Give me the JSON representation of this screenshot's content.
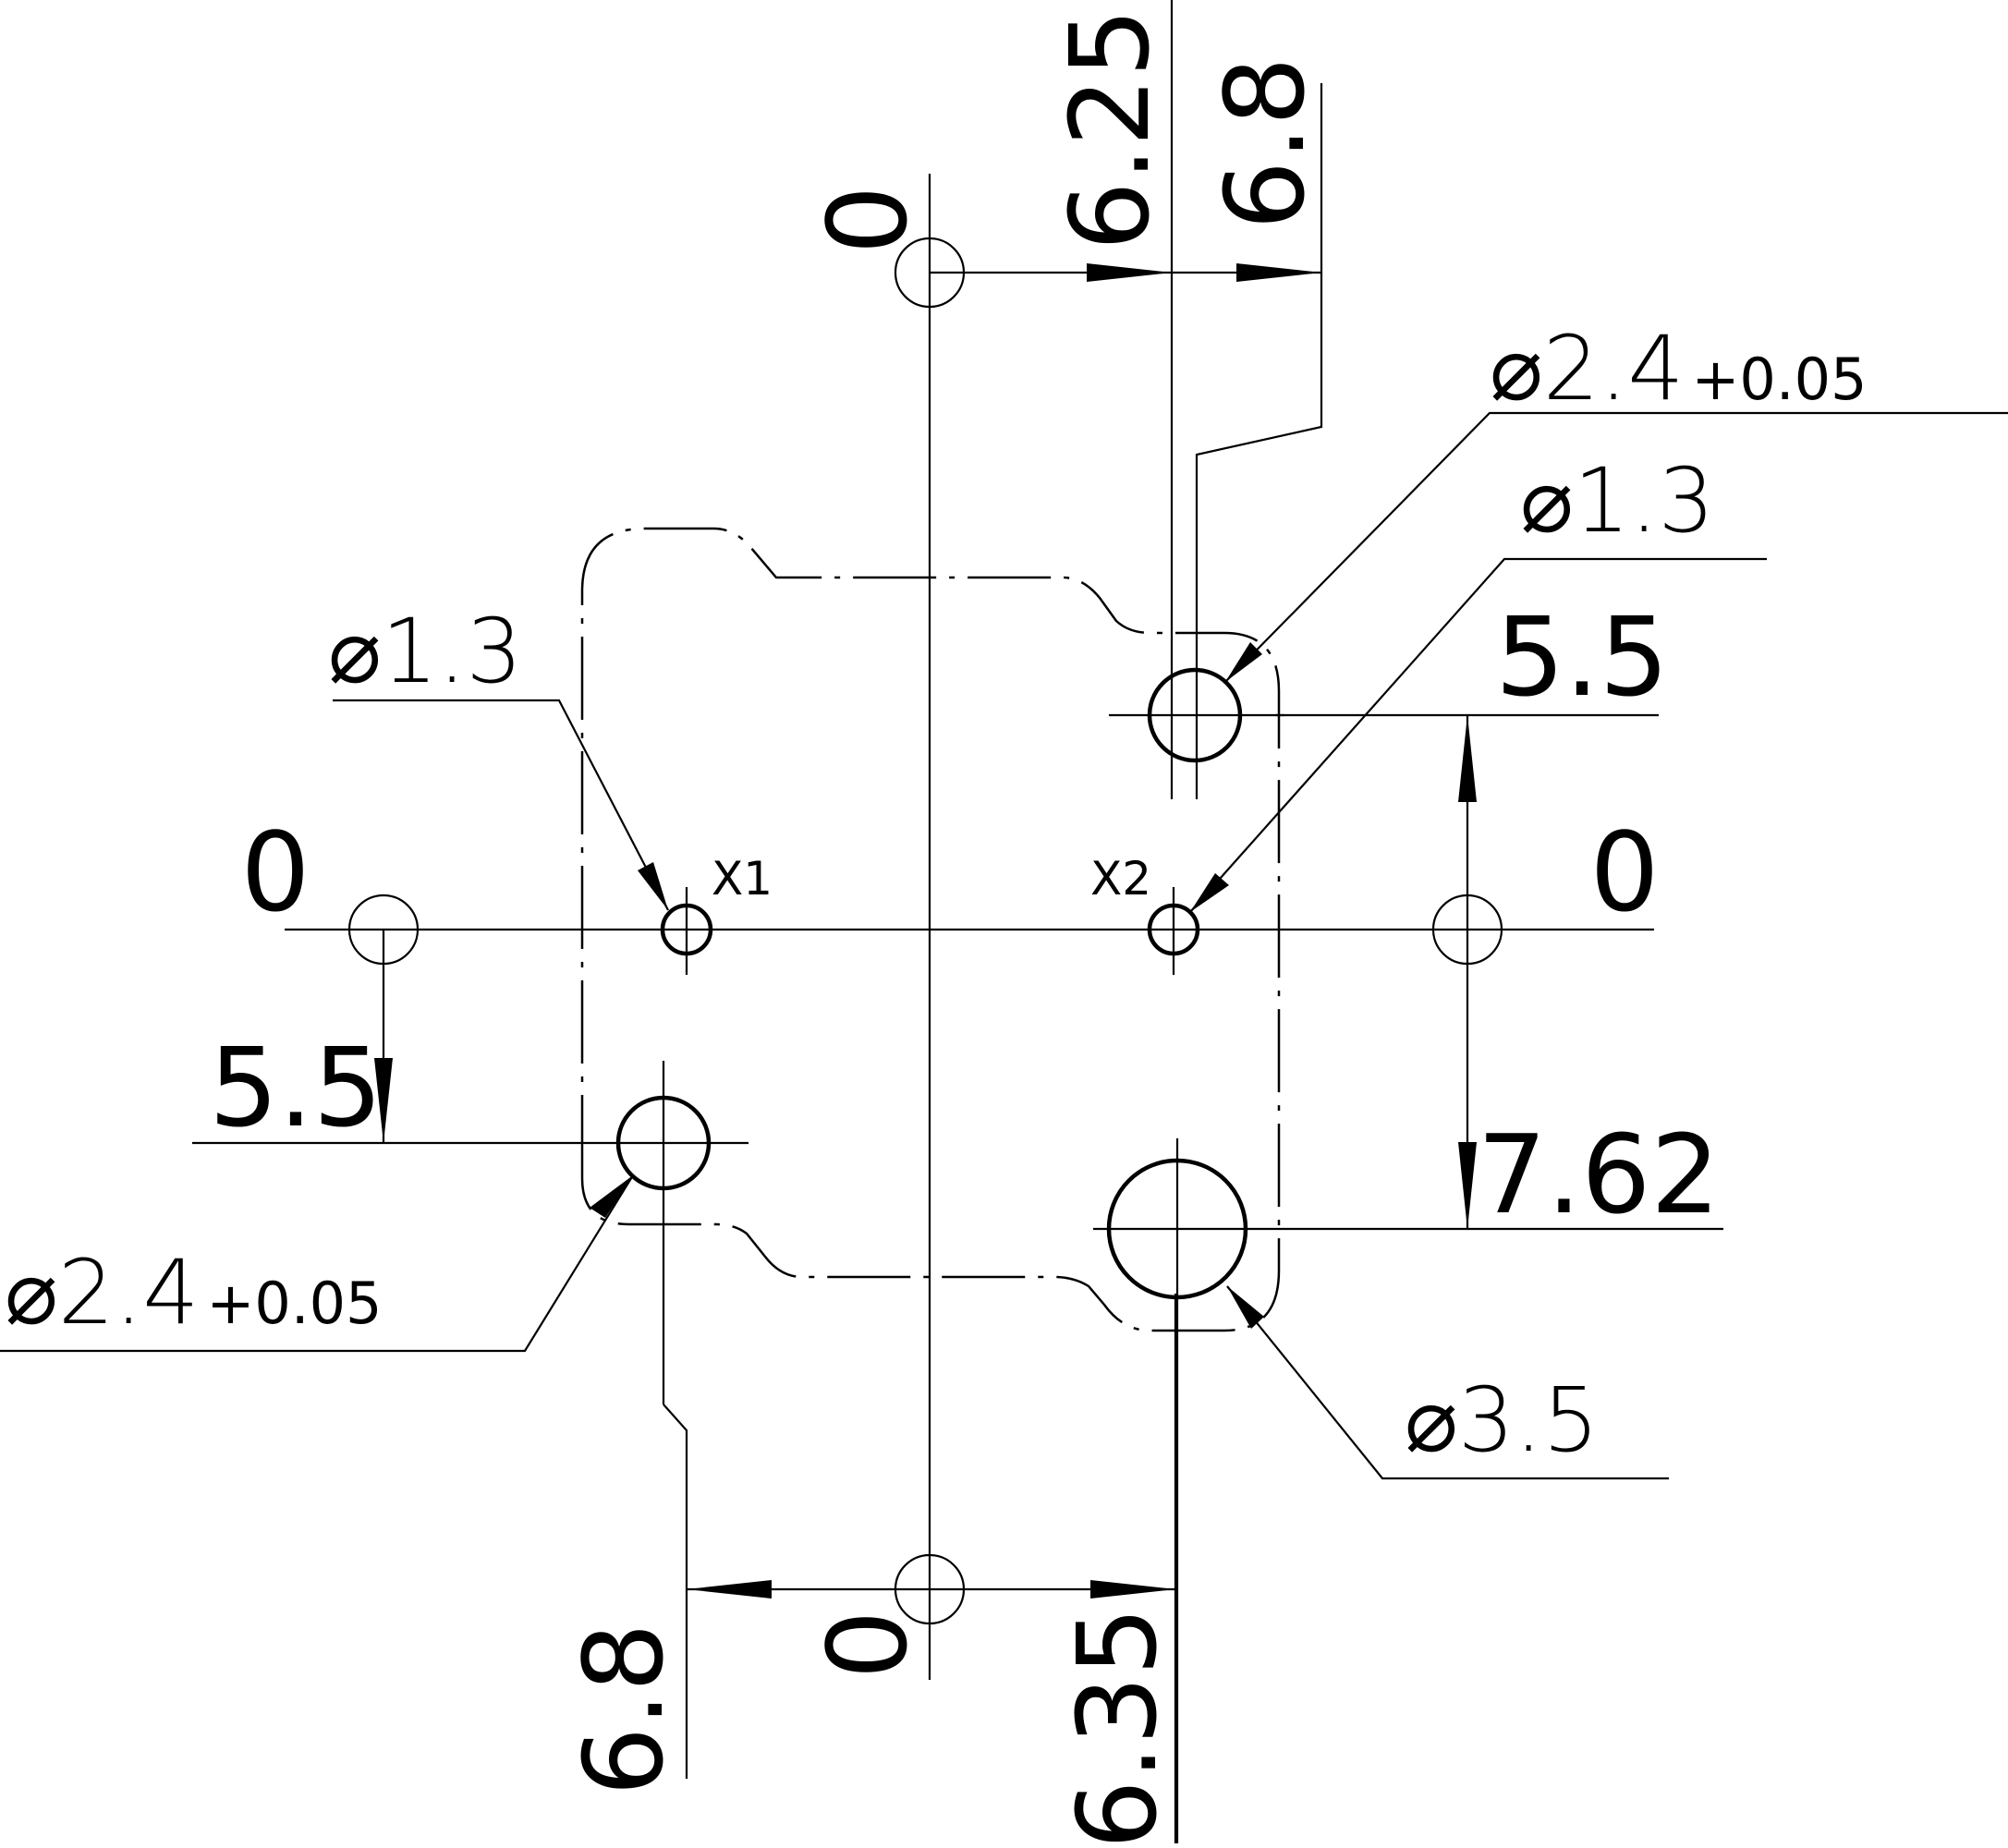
{
  "drawing": {
    "origin_labels": {
      "top": "0",
      "left": "0",
      "right": "0",
      "bottom": "0"
    },
    "top_dims": {
      "a": "6.25",
      "b": "6.8"
    },
    "bottom_dims": {
      "a": "6.8",
      "b": "6.35"
    },
    "left_dim": "5.5",
    "right_dims": {
      "upper": "5.5",
      "lower": "7.62"
    },
    "callouts": {
      "top_right_large": {
        "dia": "⌀2.4",
        "tol": "+0.05"
      },
      "top_right_small": {
        "dia": "⌀1.3"
      },
      "left_small": {
        "dia": "⌀1.3"
      },
      "bottom_left_large": {
        "dia": "⌀2.4",
        "tol": "+0.05"
      },
      "bottom_right_xl": {
        "dia": "⌀3.5"
      }
    },
    "pins": {
      "x1": "X1",
      "x2": "X2"
    }
  }
}
